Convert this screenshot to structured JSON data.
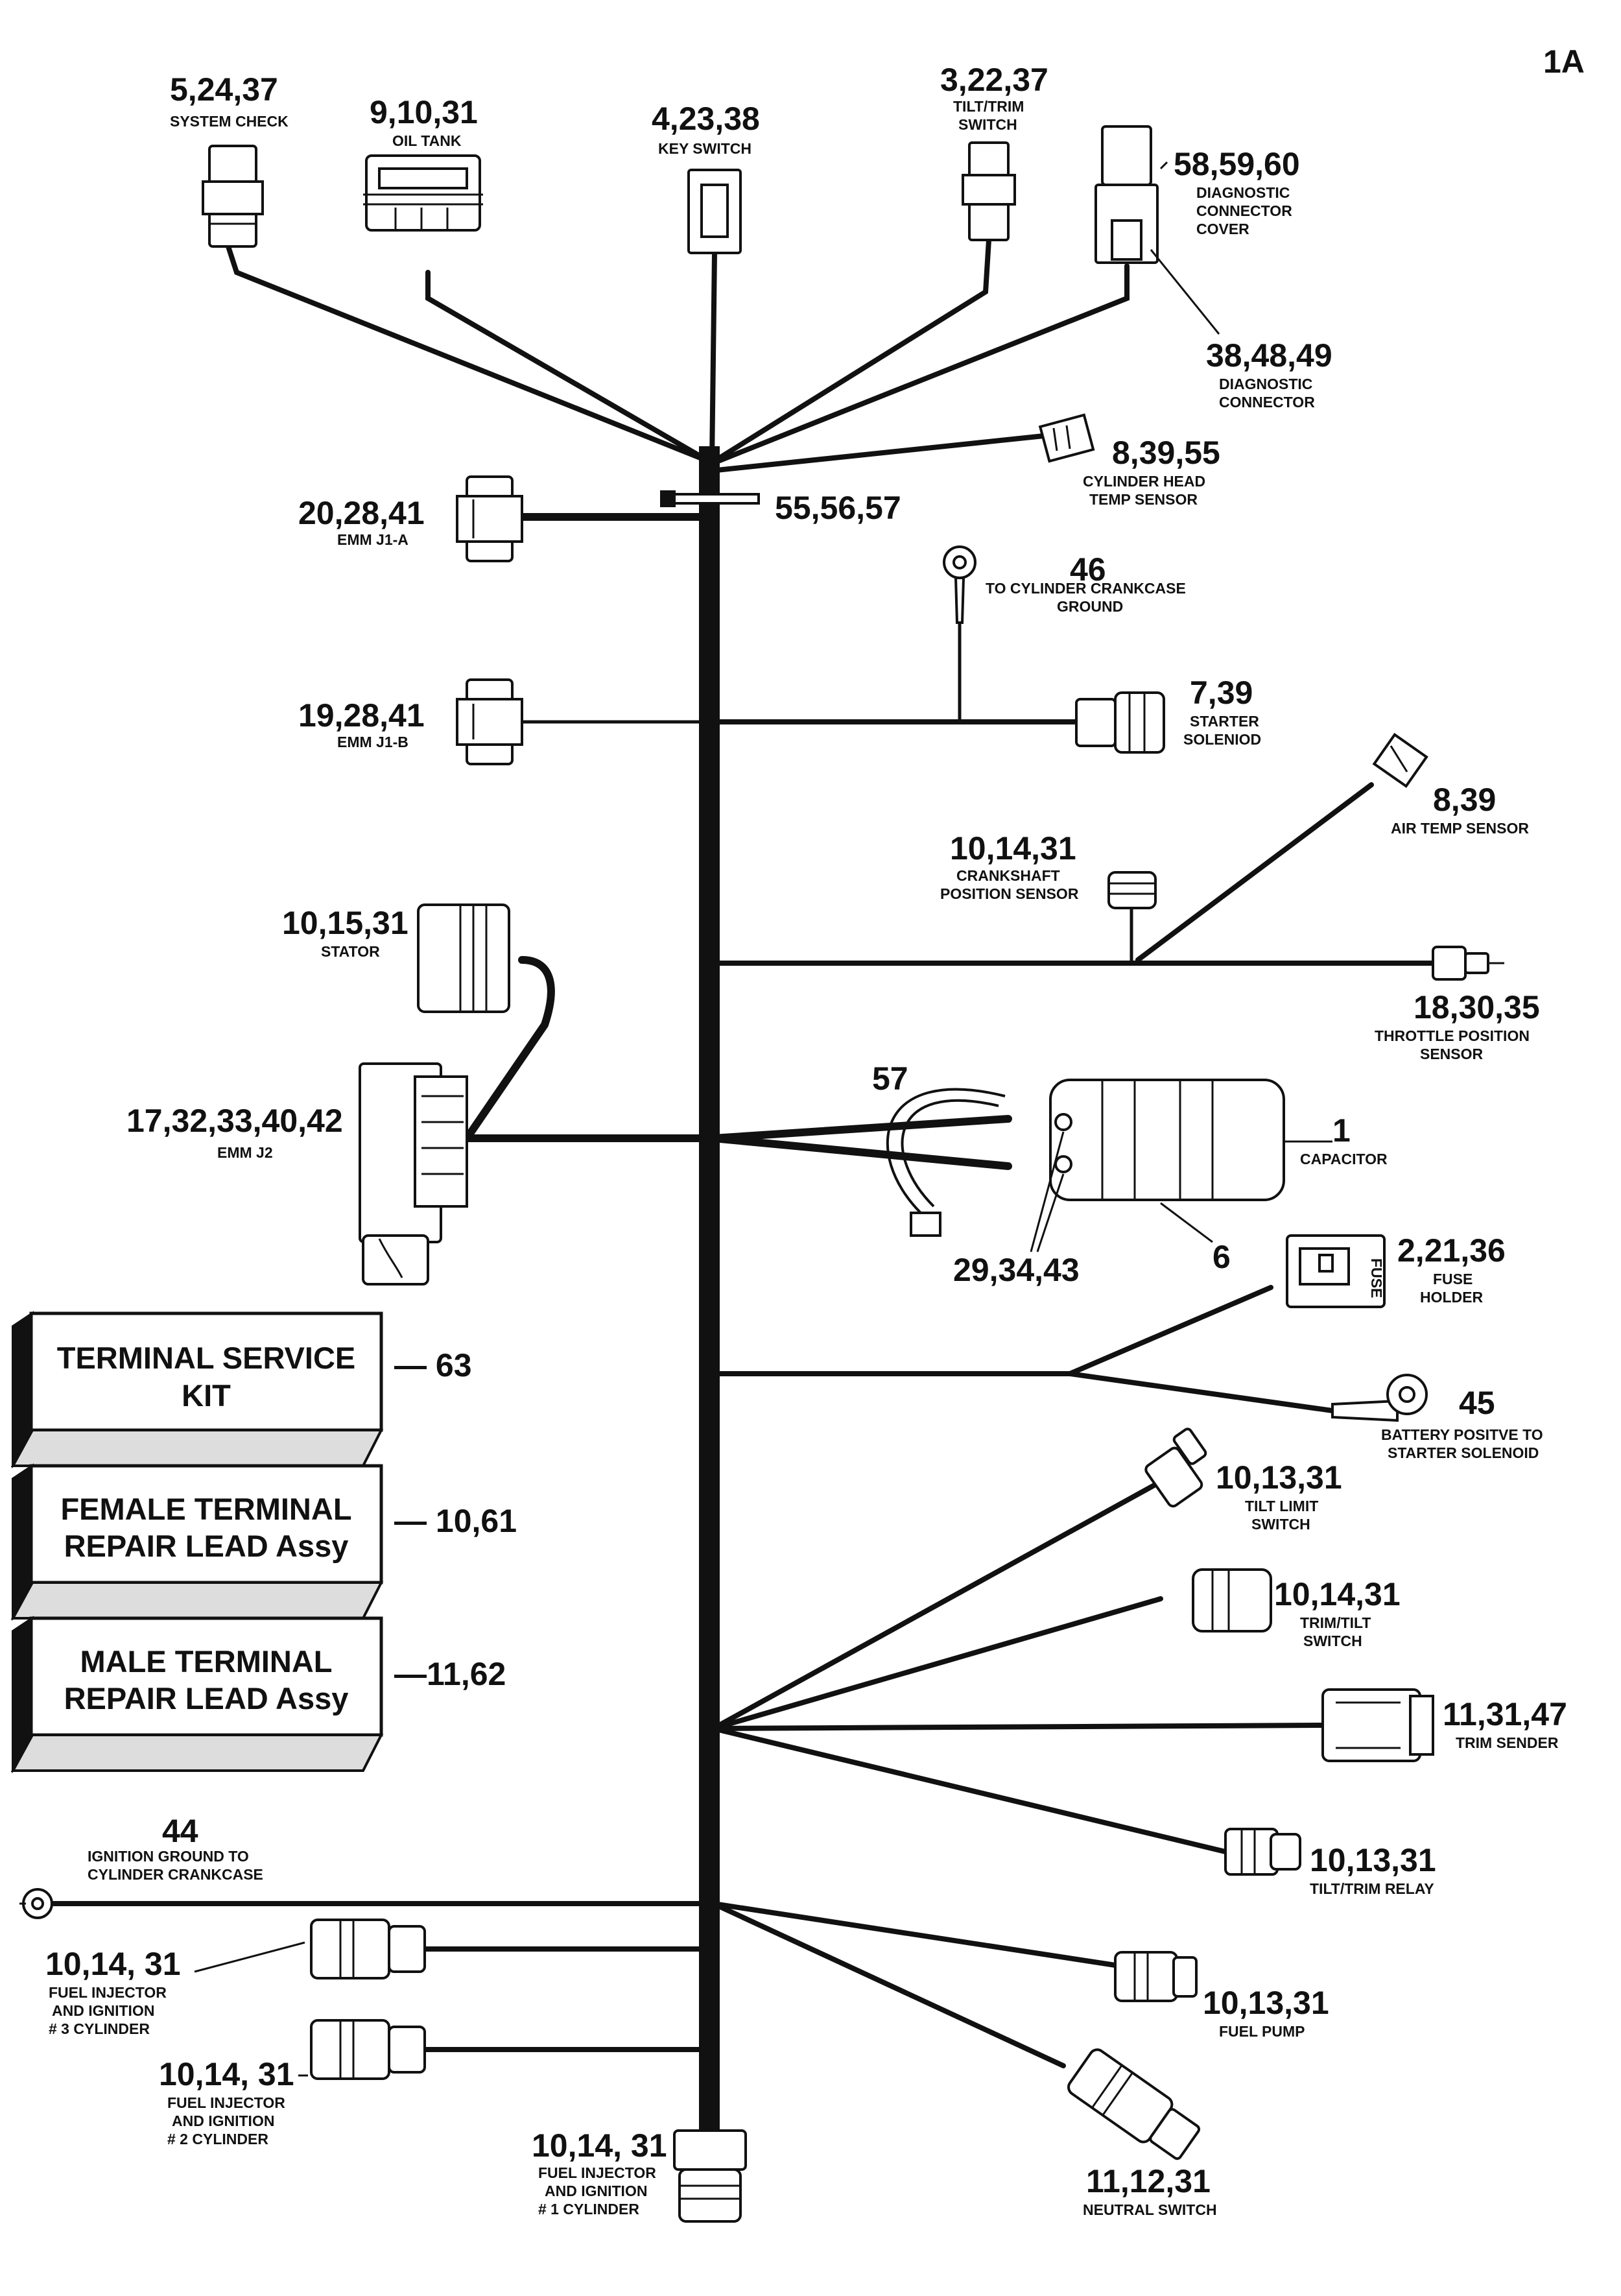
{
  "page_id": "1A",
  "components": {
    "system_check": {
      "num": "5,24,37",
      "caption": "SYSTEM CHECK"
    },
    "oil_tank": {
      "num": "9,10,31",
      "caption": "OIL TANK"
    },
    "key_switch": {
      "num": "4,23,38",
      "caption": "KEY SWITCH"
    },
    "tilt_trim_switch_top": {
      "num": "3,22,37",
      "caption": [
        "TILT/TRIM",
        "SWITCH"
      ]
    },
    "diag_cover": {
      "num": "58,59,60",
      "caption": [
        "DIAGNOSTIC",
        "CONNECTOR",
        "COVER"
      ]
    },
    "diag_connector": {
      "num": "38,48,49",
      "caption": [
        "DIAGNOSTIC",
        "CONNECTOR"
      ]
    },
    "cyl_head_temp": {
      "num": "8,39,55",
      "caption": [
        "CYLINDER HEAD",
        "TEMP SENSOR"
      ]
    },
    "clamp": {
      "num": "55,56,57"
    },
    "emm_j1a": {
      "num": "20,28,41",
      "caption": "EMM J1-A"
    },
    "crankcase_ground": {
      "num": "46",
      "caption": [
        "TO CYLINDER CRANKCASE",
        "GROUND"
      ]
    },
    "emm_j1b": {
      "num": "19,28,41",
      "caption": "EMM J1-B"
    },
    "starter_solenoid": {
      "num": "7,39",
      "caption": [
        "STARTER",
        "SOLENIOD"
      ]
    },
    "air_temp": {
      "num": "8,39",
      "caption": "AIR TEMP SENSOR"
    },
    "crankshaft": {
      "num": "10,14,31",
      "caption": [
        "CRANKSHAFT",
        "POSITION SENSOR"
      ]
    },
    "stator": {
      "num": "10,15,31",
      "caption": "STATOR"
    },
    "throttle": {
      "num": "18,30,35",
      "caption": [
        "THROTTLE POSITION",
        "SENSOR"
      ]
    },
    "cable_tie": {
      "num": "57"
    },
    "emm_j2": {
      "num": "17,32,33,40,42",
      "caption": "EMM J2"
    },
    "capacitor": {
      "num": "1",
      "caption": "CAPACITOR"
    },
    "capacitor_leads": {
      "num": "29,34,43"
    },
    "capacitor_strap": {
      "num": "6"
    },
    "fuse_holder": {
      "num": "2,21,36",
      "caption": [
        "FUSE",
        "HOLDER"
      ],
      "mark": "FUSE"
    },
    "battery_positive": {
      "num": "45",
      "caption": [
        "BATTERY POSITVE TO",
        "STARTER SOLENOID"
      ]
    },
    "tilt_limit": {
      "num": "10,13,31",
      "caption": [
        "TILT LIMIT",
        "SWITCH"
      ]
    },
    "trim_tilt_switch": {
      "num": "10,14,31",
      "caption": [
        "TRIM/TILT",
        "SWITCH"
      ]
    },
    "trim_sender": {
      "num": "11,31,47",
      "caption": "TRIM SENDER"
    },
    "tilt_trim_relay": {
      "num": "10,13,31",
      "caption": "TILT/TRIM RELAY"
    },
    "ignition_ground": {
      "num": "44",
      "caption": [
        "IGNITION GROUND TO",
        "CYLINDER CRANKCASE"
      ]
    },
    "injector_3": {
      "num": "10,14, 31",
      "caption": [
        "FUEL INJECTOR",
        "AND IGNITION",
        "# 3 CYLINDER"
      ]
    },
    "fuel_pump": {
      "num": "10,13,31",
      "caption": "FUEL PUMP"
    },
    "injector_2": {
      "num": "10,14, 31",
      "caption": [
        "FUEL INJECTOR",
        "AND IGNITION",
        "# 2 CYLINDER"
      ]
    },
    "injector_1": {
      "num": "10,14, 31",
      "caption": [
        "FUEL INJECTOR",
        "AND IGNITION",
        "# 1 CYLINDER"
      ]
    },
    "neutral_switch": {
      "num": "11,12,31",
      "caption": "NEUTRAL SWITCH"
    }
  },
  "kits": [
    {
      "lines": [
        "TERMINAL SERVICE",
        "KIT"
      ],
      "ref": "— 63"
    },
    {
      "lines": [
        "FEMALE TERMINAL",
        "REPAIR LEAD Assy"
      ],
      "ref": "— 10,61"
    },
    {
      "lines": [
        "MALE TERMINAL",
        "REPAIR LEAD Assy"
      ],
      "ref": "—11,62"
    }
  ]
}
